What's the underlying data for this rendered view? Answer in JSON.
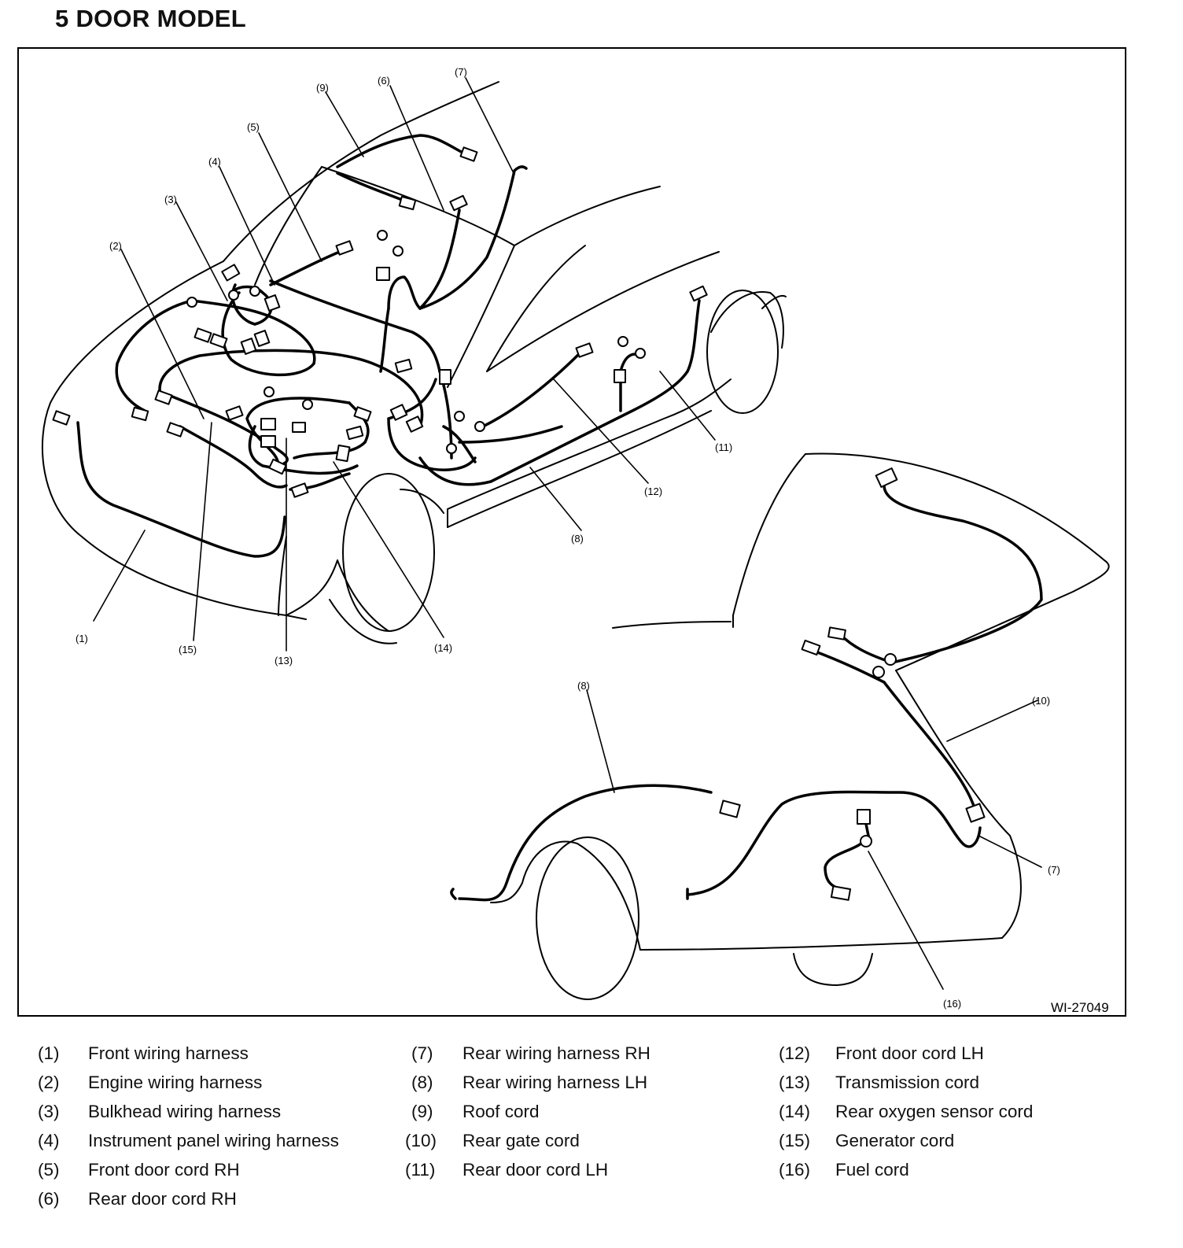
{
  "title": "5 DOOR MODEL",
  "figure_id": "WI-27049",
  "callouts": [
    {
      "key": "c1",
      "text": "(1)"
    },
    {
      "key": "c2",
      "text": "(2)"
    },
    {
      "key": "c3",
      "text": "(3)"
    },
    {
      "key": "c4",
      "text": "(4)"
    },
    {
      "key": "c5",
      "text": "(5)"
    },
    {
      "key": "c6",
      "text": "(6)"
    },
    {
      "key": "c7",
      "text": "(7)"
    },
    {
      "key": "c7b",
      "text": "(7)"
    },
    {
      "key": "c8",
      "text": "(8)"
    },
    {
      "key": "c8b",
      "text": "(8)"
    },
    {
      "key": "c9",
      "text": "(9)"
    },
    {
      "key": "c10",
      "text": "(10)"
    },
    {
      "key": "c11",
      "text": "(11)"
    },
    {
      "key": "c12",
      "text": "(12)"
    },
    {
      "key": "c13",
      "text": "(13)"
    },
    {
      "key": "c14",
      "text": "(14)"
    },
    {
      "key": "c15",
      "text": "(15)"
    },
    {
      "key": "c16",
      "text": "(16)"
    }
  ],
  "legend": [
    {
      "num": "(1)",
      "label": "Front wiring harness"
    },
    {
      "num": "(2)",
      "label": "Engine wiring harness"
    },
    {
      "num": "(3)",
      "label": "Bulkhead wiring harness"
    },
    {
      "num": "(4)",
      "label": "Instrument panel wiring harness"
    },
    {
      "num": "(5)",
      "label": "Front door cord RH"
    },
    {
      "num": "(6)",
      "label": "Rear door cord RH"
    },
    {
      "num": "(7)",
      "label": "Rear wiring harness RH"
    },
    {
      "num": "(8)",
      "label": "Rear wiring harness LH"
    },
    {
      "num": "(9)",
      "label": "Roof cord"
    },
    {
      "num": "(10)",
      "label": "Rear gate cord"
    },
    {
      "num": "(11)",
      "label": "Rear door cord LH"
    },
    {
      "num": "(12)",
      "label": "Front door cord LH"
    },
    {
      "num": "(13)",
      "label": "Transmission cord"
    },
    {
      "num": "(14)",
      "label": "Rear oxygen sensor cord"
    },
    {
      "num": "(15)",
      "label": "Generator cord"
    },
    {
      "num": "(16)",
      "label": "Fuel cord"
    }
  ]
}
